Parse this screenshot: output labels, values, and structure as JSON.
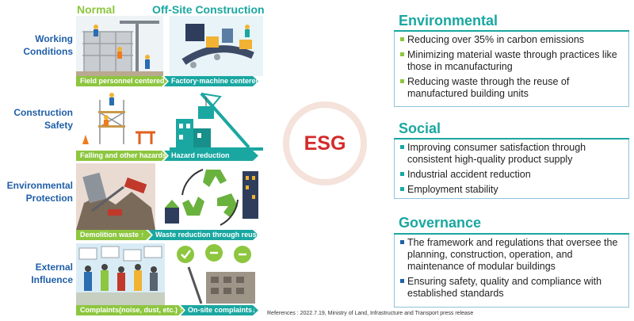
{
  "headers": {
    "normal": "Normal",
    "offsite": "Off-Site Construction"
  },
  "rows": [
    {
      "label": "Working\nConditions",
      "left_caption": "Field personnel centered",
      "right_caption": "Factory·machine centered"
    },
    {
      "label": "Construction\nSafety",
      "left_caption": "Falling and other hazards ↑",
      "right_caption": "Hazard reduction"
    },
    {
      "label": "Environmental\nProtection",
      "left_caption": "Demolition waste ↑",
      "right_caption": "Waste reduction through reuse"
    },
    {
      "label": "External\nInfluence",
      "left_caption": "Complaints(noise, dust, etc.) ↑",
      "right_caption": "On-site complaints↓"
    }
  ],
  "reference": "References : 2022.7.19, Ministry of Land, Infrastructure and Transport press release",
  "center": {
    "label": "ESG"
  },
  "sections": [
    {
      "title": "Environmental",
      "bullet_color": "#8dc63f",
      "items": [
        "Reducing over 35% in carbon emissions",
        "Minimizing material waste through practices like those in mcanufacturing",
        "Reducing waste through the reuse of manufactured building units"
      ]
    },
    {
      "title": "Social",
      "bullet_color": "#1aa7a1",
      "items": [
        "Improving consumer satisfaction through consistent high-quality product supply",
        "Industrial accident reduction",
        "Employment stability"
      ]
    },
    {
      "title": "Governance",
      "bullet_color": "#1f5fa8",
      "items": [
        "The framework and regulations that oversee the planning, construction, operation, and maintenance of modular buildings",
        "Ensuring safety, quality and compliance with established standards"
      ]
    }
  ],
  "colors": {
    "green": "#8dc63f",
    "teal": "#1aa7a1",
    "blue": "#1f5fa8",
    "esg_red": "#d42a2a"
  }
}
